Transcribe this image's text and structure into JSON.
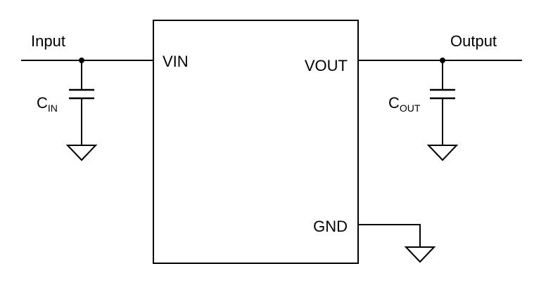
{
  "labels": {
    "input": "Input",
    "output": "Output",
    "cin_main": "C",
    "cin_sub": "IN",
    "cout_main": "C",
    "cout_sub": "OUT"
  },
  "ic": {
    "pin_vin": "VIN",
    "pin_vout": "VOUT",
    "pin_gnd": "GND"
  },
  "colors": {
    "stroke": "#000000",
    "background": "#ffffff"
  }
}
